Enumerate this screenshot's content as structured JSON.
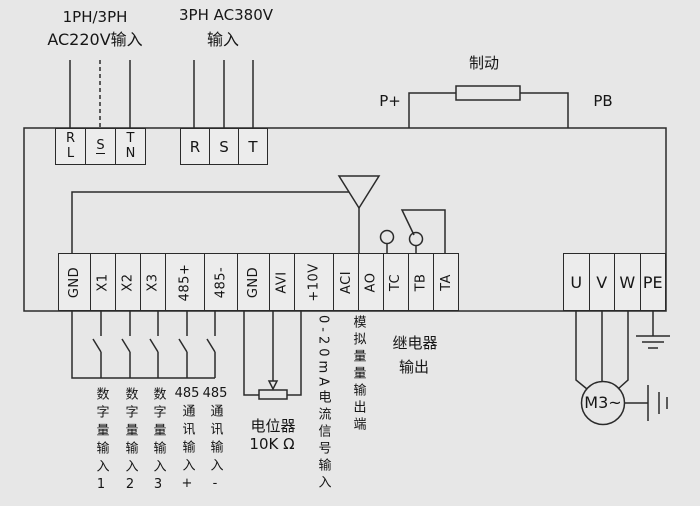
{
  "colors": {
    "background": "#e7e7e7",
    "line": "#2b2b2b",
    "cell_fill": "#ececec"
  },
  "top_labels": {
    "ac220_line1": "1PH/3PH",
    "ac220_line2": "AC220V输入",
    "ac380_line1": "3PH AC380V",
    "ac380_line2": "输入",
    "brake": "制动",
    "p_plus": "P+",
    "pb": "PB"
  },
  "terminal_blocks": {
    "ac220": [
      {
        "top": "R",
        "bottom": "L"
      },
      {
        "top": "S",
        "bottom": ""
      },
      {
        "top": "T",
        "bottom": "N"
      }
    ],
    "ac380": [
      "R",
      "S",
      "T"
    ],
    "control": [
      "GND",
      "X1",
      "X2",
      "X3",
      "485+",
      "485-",
      "GND",
      "AVI",
      "+10V",
      "ACI",
      "AO",
      "TC",
      "TB",
      "TA"
    ],
    "output": [
      "U",
      "V",
      "W",
      "PE"
    ]
  },
  "bottom_labels": {
    "switch_columns": [
      {
        "num": "",
        "text": "数字量输入1"
      },
      {
        "num": "",
        "text": "数字量输入2"
      },
      {
        "num": "",
        "text": "数字量输入3"
      },
      {
        "num": "485",
        "text": "通讯输入+"
      },
      {
        "num": "485",
        "text": "通讯输入-"
      }
    ],
    "potentiometer_line1": "电位器",
    "potentiometer_line2": "10K Ω",
    "current_signal": "0-20mA电流信号输入",
    "analog_output": "模拟量量输出端",
    "relay_line1": "继电器",
    "relay_line2": "输出"
  },
  "motor_label": "M3~"
}
